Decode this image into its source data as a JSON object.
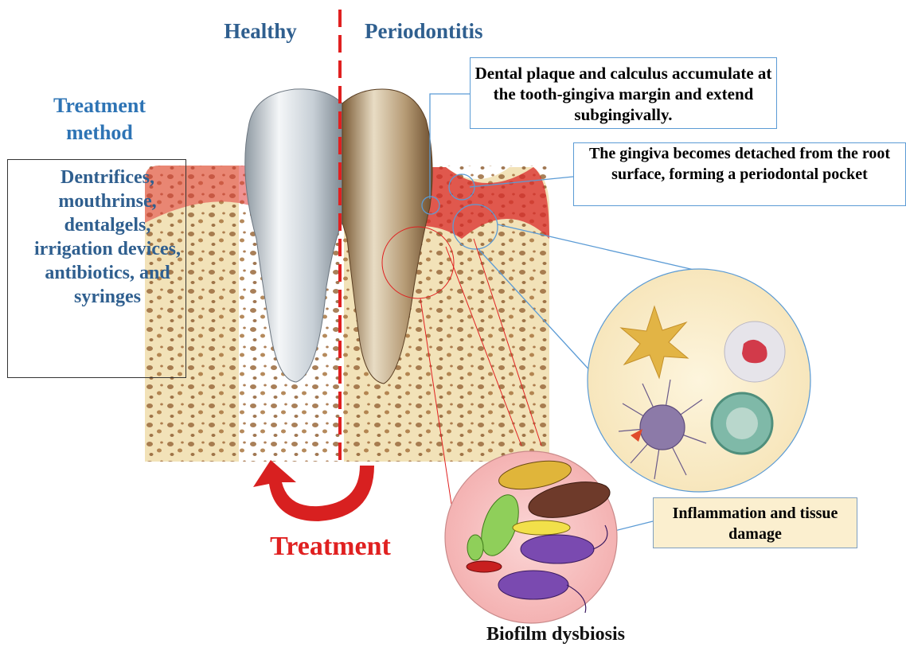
{
  "header": {
    "healthy": "Healthy",
    "periodontitis": "Periodontitis"
  },
  "treatment_method": {
    "title": "Treatment method",
    "items": "Dentrifices, mouthrinse, dentalgels, irrigation devices, antibiotics, and syringes"
  },
  "callouts": {
    "plaque": "Dental plaque and calculus accumulate at the tooth-gingiva margin and extend subgingivally.",
    "pocket": "The gingiva becomes detached from the root surface, forming a periodontal pocket",
    "inflammation": "Inflammation and tissue damage"
  },
  "treatment_label": "Treatment",
  "biofilm_label": "Biofilm dysbiosis",
  "colors": {
    "title_blue": "#2f5f8f",
    "treatment_red": "#e02020",
    "gum_red": "#e23b3b",
    "bone": "#f2e2b8",
    "callout_border": "#5b9bd5"
  }
}
